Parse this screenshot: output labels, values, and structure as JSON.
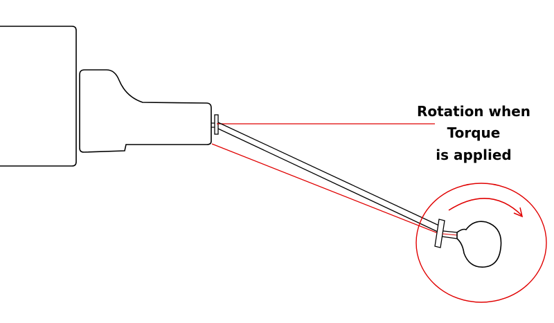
{
  "annotation": {
    "lines": [
      "Rotation when",
      "Torque",
      "is applied"
    ]
  },
  "colors": {
    "outline": "#000000",
    "indicator": "#e00000"
  }
}
